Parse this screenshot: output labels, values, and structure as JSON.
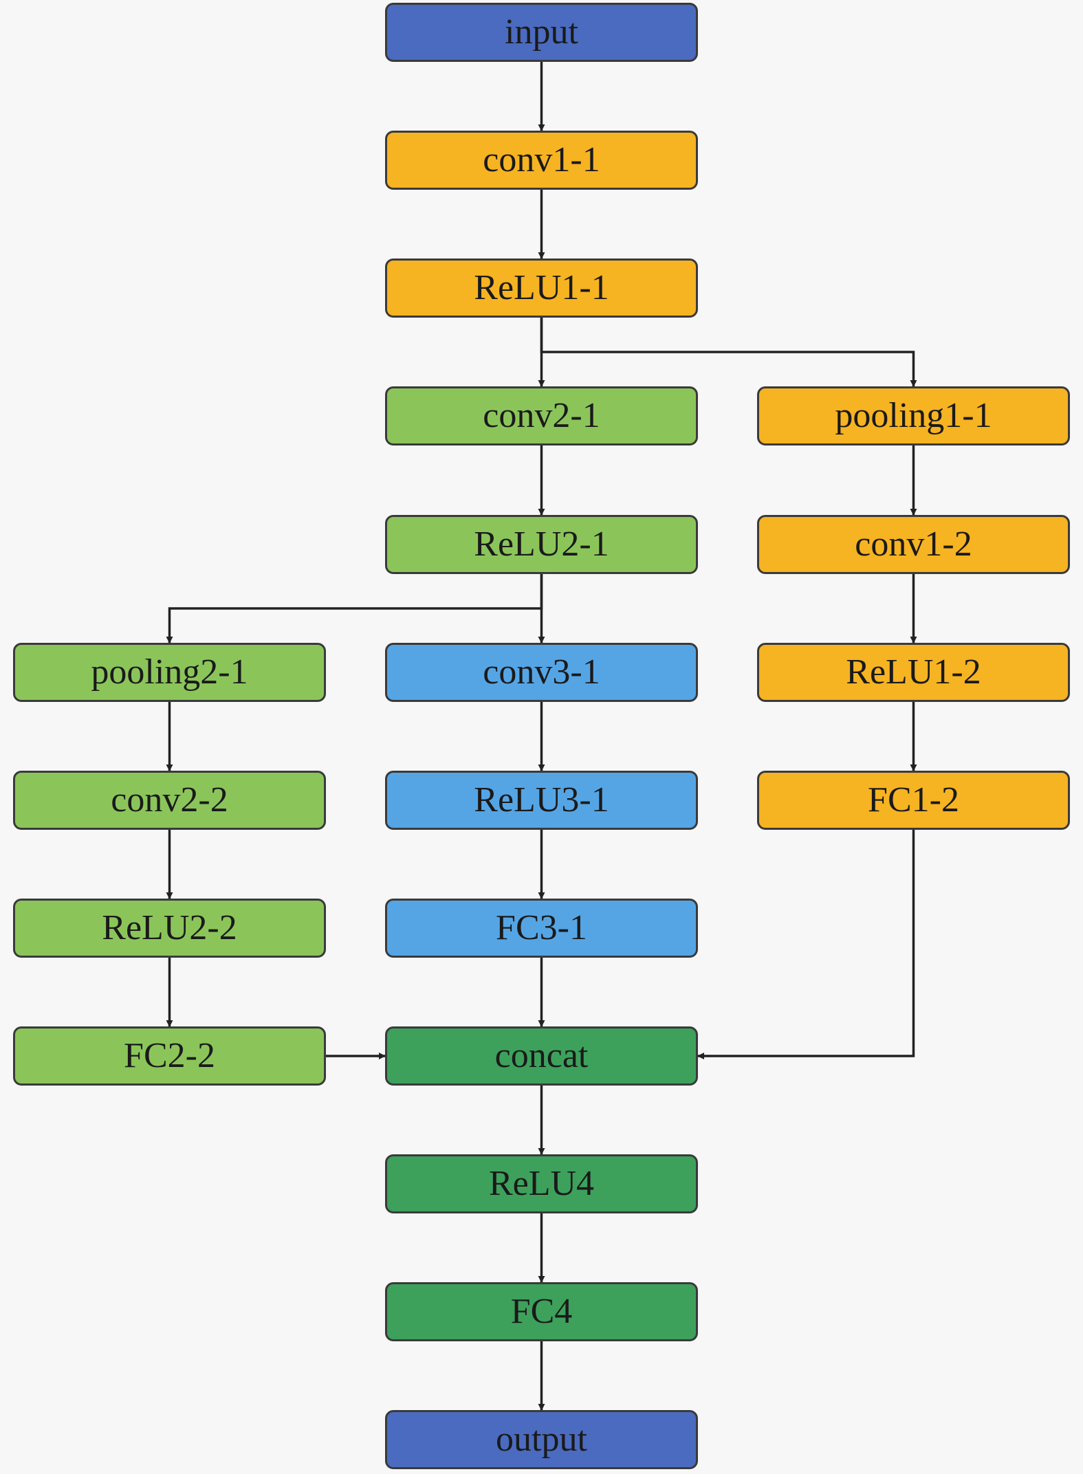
{
  "colors": {
    "io": "#4a6bbf",
    "branch1": "#f6b322",
    "branch2": "#8bc55a",
    "branch3": "#55a5e5",
    "merge": "#3da15c",
    "edge": "#222222"
  },
  "nodes": {
    "input": {
      "label": "input",
      "color": "io"
    },
    "conv1_1": {
      "label": "conv1-1",
      "color": "branch1"
    },
    "relu1_1": {
      "label": "ReLU1-1",
      "color": "branch1"
    },
    "conv2_1": {
      "label": "conv2-1",
      "color": "branch2"
    },
    "pooling1_1": {
      "label": "pooling1-1",
      "color": "branch1"
    },
    "relu2_1": {
      "label": "ReLU2-1",
      "color": "branch2"
    },
    "conv1_2": {
      "label": "conv1-2",
      "color": "branch1"
    },
    "pooling2_1": {
      "label": "pooling2-1",
      "color": "branch2"
    },
    "conv3_1": {
      "label": "conv3-1",
      "color": "branch3"
    },
    "relu1_2": {
      "label": "ReLU1-2",
      "color": "branch1"
    },
    "conv2_2": {
      "label": "conv2-2",
      "color": "branch2"
    },
    "relu3_1": {
      "label": "ReLU3-1",
      "color": "branch3"
    },
    "fc1_2": {
      "label": "FC1-2",
      "color": "branch1"
    },
    "relu2_2": {
      "label": "ReLU2-2",
      "color": "branch2"
    },
    "fc3_1": {
      "label": "FC3-1",
      "color": "branch3"
    },
    "fc2_2": {
      "label": "FC2-2",
      "color": "branch2"
    },
    "concat": {
      "label": "concat",
      "color": "merge"
    },
    "relu4": {
      "label": "ReLU4",
      "color": "merge"
    },
    "fc4": {
      "label": "FC4",
      "color": "merge"
    },
    "output": {
      "label": "output",
      "color": "io"
    }
  },
  "edges": [
    [
      "input",
      "conv1_1"
    ],
    [
      "conv1_1",
      "relu1_1"
    ],
    [
      "relu1_1",
      "conv2_1"
    ],
    [
      "relu1_1",
      "pooling1_1"
    ],
    [
      "conv2_1",
      "relu2_1"
    ],
    [
      "relu2_1",
      "pooling2_1"
    ],
    [
      "relu2_1",
      "conv3_1"
    ],
    [
      "pooling1_1",
      "conv1_2"
    ],
    [
      "conv1_2",
      "relu1_2"
    ],
    [
      "relu1_2",
      "fc1_2"
    ],
    [
      "pooling2_1",
      "conv2_2"
    ],
    [
      "conv2_2",
      "relu2_2"
    ],
    [
      "relu2_2",
      "fc2_2"
    ],
    [
      "conv3_1",
      "relu3_1"
    ],
    [
      "relu3_1",
      "fc3_1"
    ],
    [
      "fc3_1",
      "concat"
    ],
    [
      "fc2_2",
      "concat"
    ],
    [
      "fc1_2",
      "concat"
    ],
    [
      "concat",
      "relu4"
    ],
    [
      "relu4",
      "fc4"
    ],
    [
      "fc4",
      "output"
    ]
  ]
}
